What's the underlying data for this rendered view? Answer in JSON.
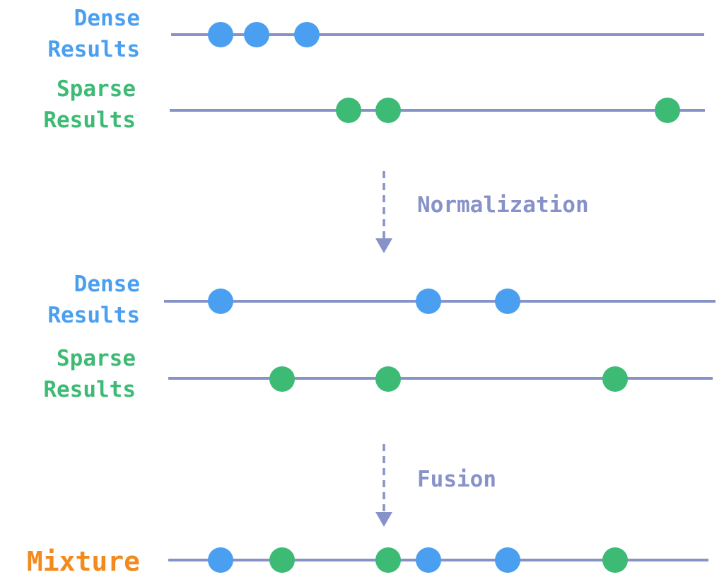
{
  "colors": {
    "dense": "#4a9ff0",
    "sparse": "#3dbb75",
    "mixture": "#f28a1e",
    "line": "#8792c9",
    "step": "#8792c9"
  },
  "stages": {
    "raw": {
      "dense_label": [
        "Dense",
        "Results"
      ],
      "sparse_label": [
        "Sparse",
        "Results"
      ]
    },
    "normalized": {
      "dense_label": [
        "Dense",
        "Results"
      ],
      "sparse_label": [
        "Sparse",
        "Results"
      ]
    },
    "fused": {
      "label": "Mixture"
    }
  },
  "steps": {
    "normalization": "Normalization",
    "fusion": "Fusion"
  }
}
